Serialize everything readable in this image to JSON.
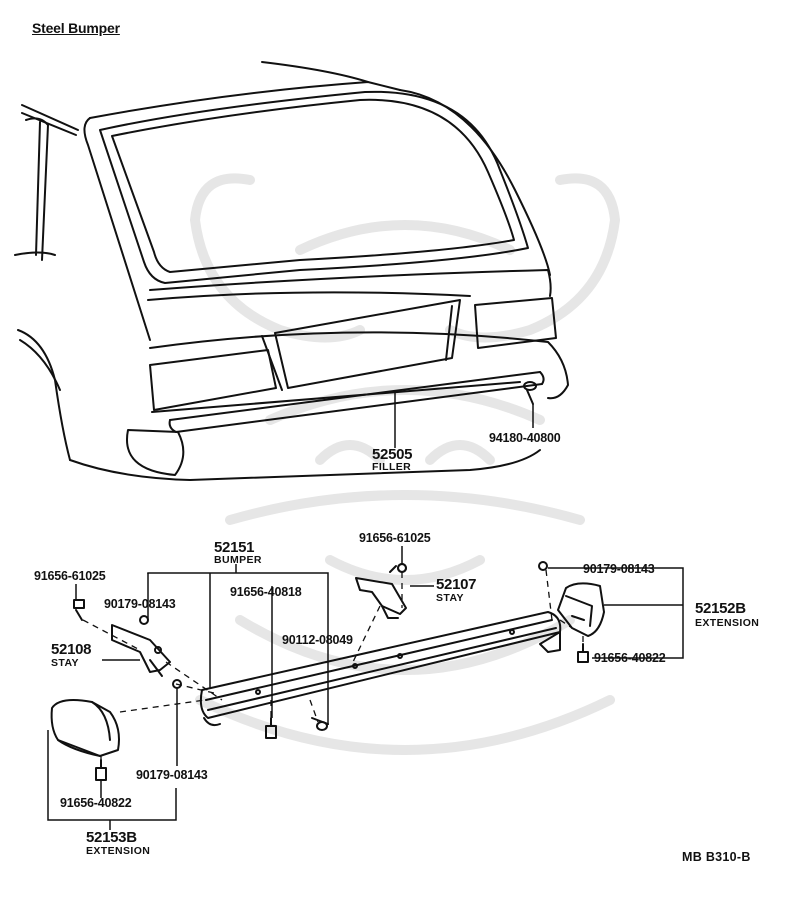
{
  "title": "Steel Bumper",
  "reference": "MB  B310-B",
  "callouts": {
    "filler": {
      "number": "52505",
      "name": "FILLER"
    },
    "bolt_94180": {
      "number": "94180-40800"
    },
    "bumper": {
      "number": "52151",
      "name": "BUMPER"
    },
    "bolt_91656_61025_left": {
      "number": "91656-61025"
    },
    "bolt_91656_61025_top": {
      "number": "91656-61025"
    },
    "nut_90179_upper_left": {
      "number": "90179-08143"
    },
    "bolt_91656_40818": {
      "number": "91656-40818"
    },
    "stay_right": {
      "number": "52107",
      "name": "STAY"
    },
    "nut_90179_upper_right": {
      "number": "90179-08143"
    },
    "extension_right": {
      "number": "52152B",
      "name": "EXTENSION"
    },
    "bolt_91656_40822_right": {
      "number": "91656-40822"
    },
    "bolt_90112": {
      "number": "90112-08049"
    },
    "stay_left": {
      "number": "52108",
      "name": "STAY"
    },
    "nut_90179_lower": {
      "number": "90179-08143"
    },
    "bolt_91656_40822_left": {
      "number": "91656-40822"
    },
    "extension_left": {
      "number": "52153B",
      "name": "EXTENSION"
    }
  },
  "colors": {
    "ink": "#111111",
    "watermark": "#e9e9e9",
    "paper": "#ffffff"
  }
}
